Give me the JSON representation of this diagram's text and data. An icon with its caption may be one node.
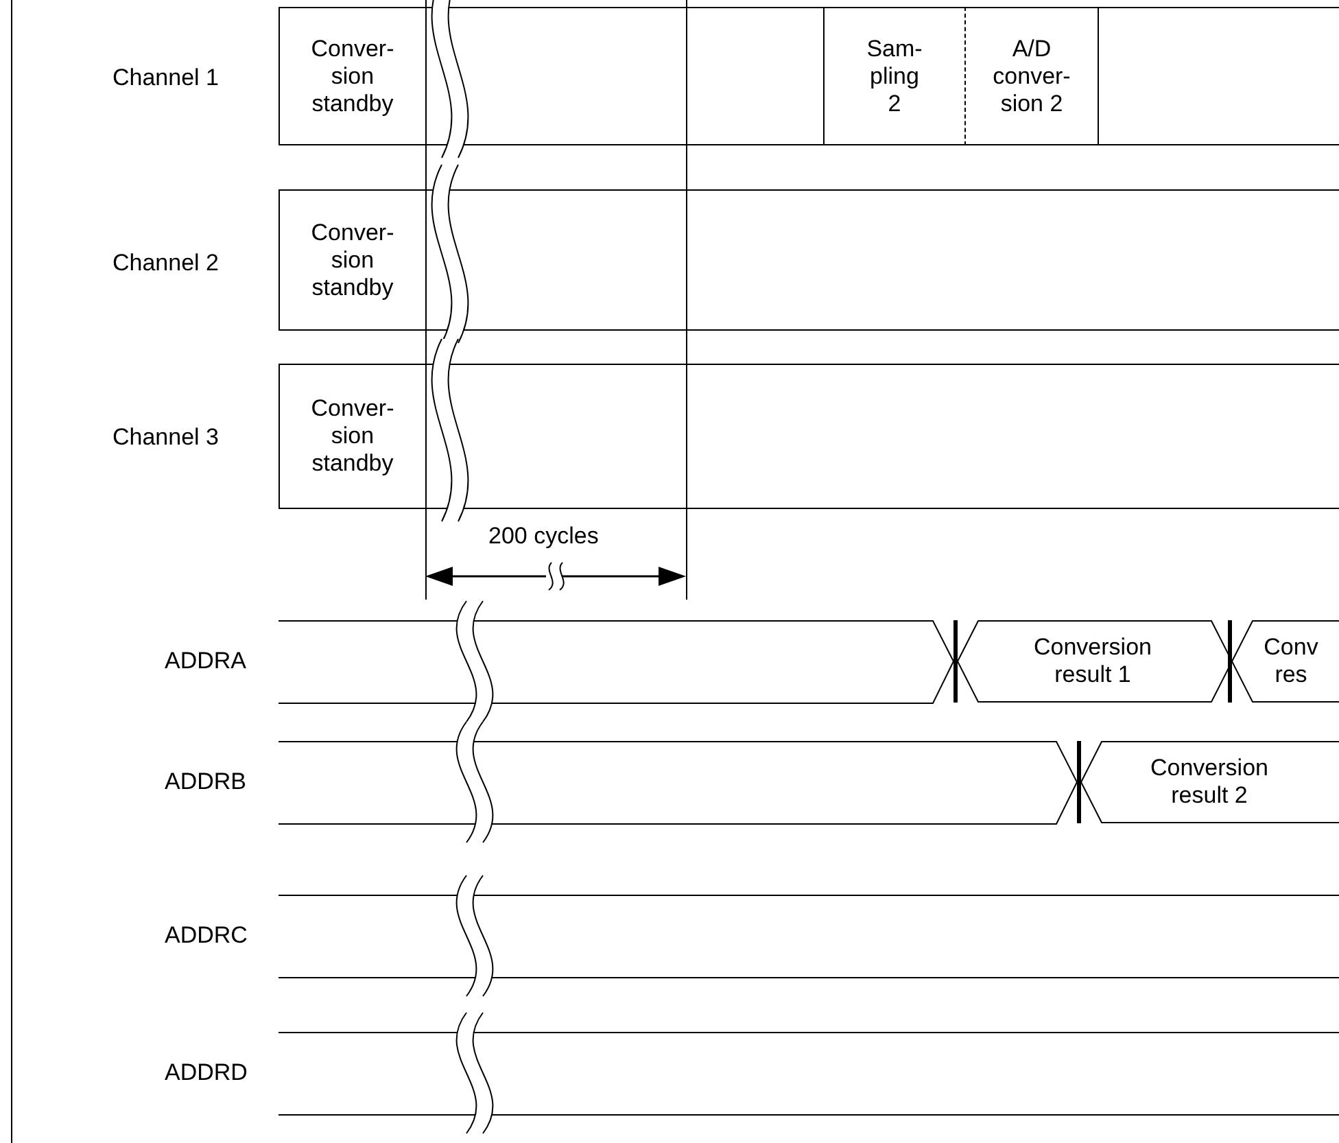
{
  "diagram": {
    "nodes": [
      {
        "text": [
          "Conver- sion standby"
        ]
      },
      {
        "text": [
          "Sam- pling 2"
        ]
      },
      {
        "text": [
          "A/D conver- sion 2"
        ]
      },
      {
        "text": [
          "Conver- sion standby"
        ]
      },
      {
        "text": [
          "Conver- sion standby"
        ]
      },
      {
        "text": [
          "Conversion result 1"
        ]
      },
      {
        "text": [
          "Conv res"
        ]
      },
      {
        "text": [
          "Conversion result 2"
        ]
      }
    ],
    "labels": [
      "Channel 1",
      "Channel 2",
      "Channel 3",
      "200 cycles",
      "ADDRA",
      "ADDRB",
      "ADDRC",
      "ADDRD"
    ]
  }
}
